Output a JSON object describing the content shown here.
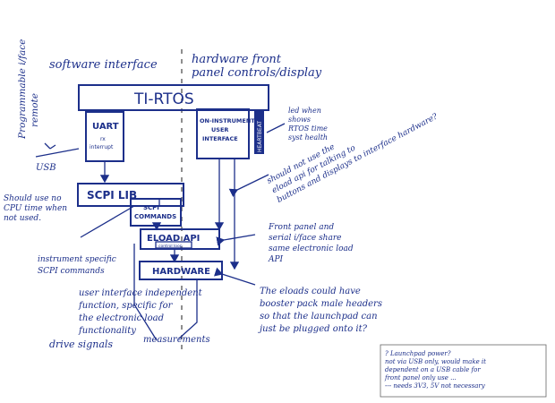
{
  "headers": {
    "left": "software interface",
    "right_line1": "hardware front",
    "right_line2": "panel controls/display"
  },
  "side_label": {
    "line1": "Programmable i/face",
    "line2": "remote"
  },
  "usb_label": "USB",
  "blocks": {
    "tirtos": "TI-RTOS",
    "uart": "UART",
    "uart_sub1": "rx",
    "uart_sub2": "interrupt",
    "ui_line1": "ON-INSTRUMENT",
    "ui_line2": "USER",
    "ui_line3": "INTERFACE",
    "heartbeat": "HEARTBEAT",
    "scpi_lib": "SCPI LIB",
    "scpi_cmd1": "SCPI",
    "scpi_cmd2": "COMMANDS",
    "eload_api": "ELOAD API",
    "control_loop": "control loop",
    "hardware": "HARDWARE"
  },
  "notes": {
    "cpu": [
      "Should use no",
      "CPU time when",
      "not used."
    ],
    "instrument": [
      "instrument specific",
      "SCPI commands"
    ],
    "led": [
      "led when",
      "shows",
      "RTOS time",
      "syst health"
    ],
    "eload": [
      "should not use the",
      "eload api for talking to",
      "buttons and displays to interface hardware?"
    ],
    "frontpanel": [
      "Front panel and",
      "serial i/face share",
      "same electronic load",
      "API"
    ],
    "independent": [
      "user interface independent",
      "function, specific for",
      "the electronic load",
      "functionality"
    ],
    "drive": "drive signals",
    "measurements": "measurements",
    "cloads": [
      "The eloads could have",
      "booster pack male headers",
      "so that the launchpad can",
      "just be plugged onto it?"
    ],
    "launchpad": [
      "? Launchpad power?",
      "not via USB only, would make it",
      "dependent on a USB cable for",
      "front panel only use ...",
      "--- needs 3V3, 5V not necessary"
    ]
  }
}
